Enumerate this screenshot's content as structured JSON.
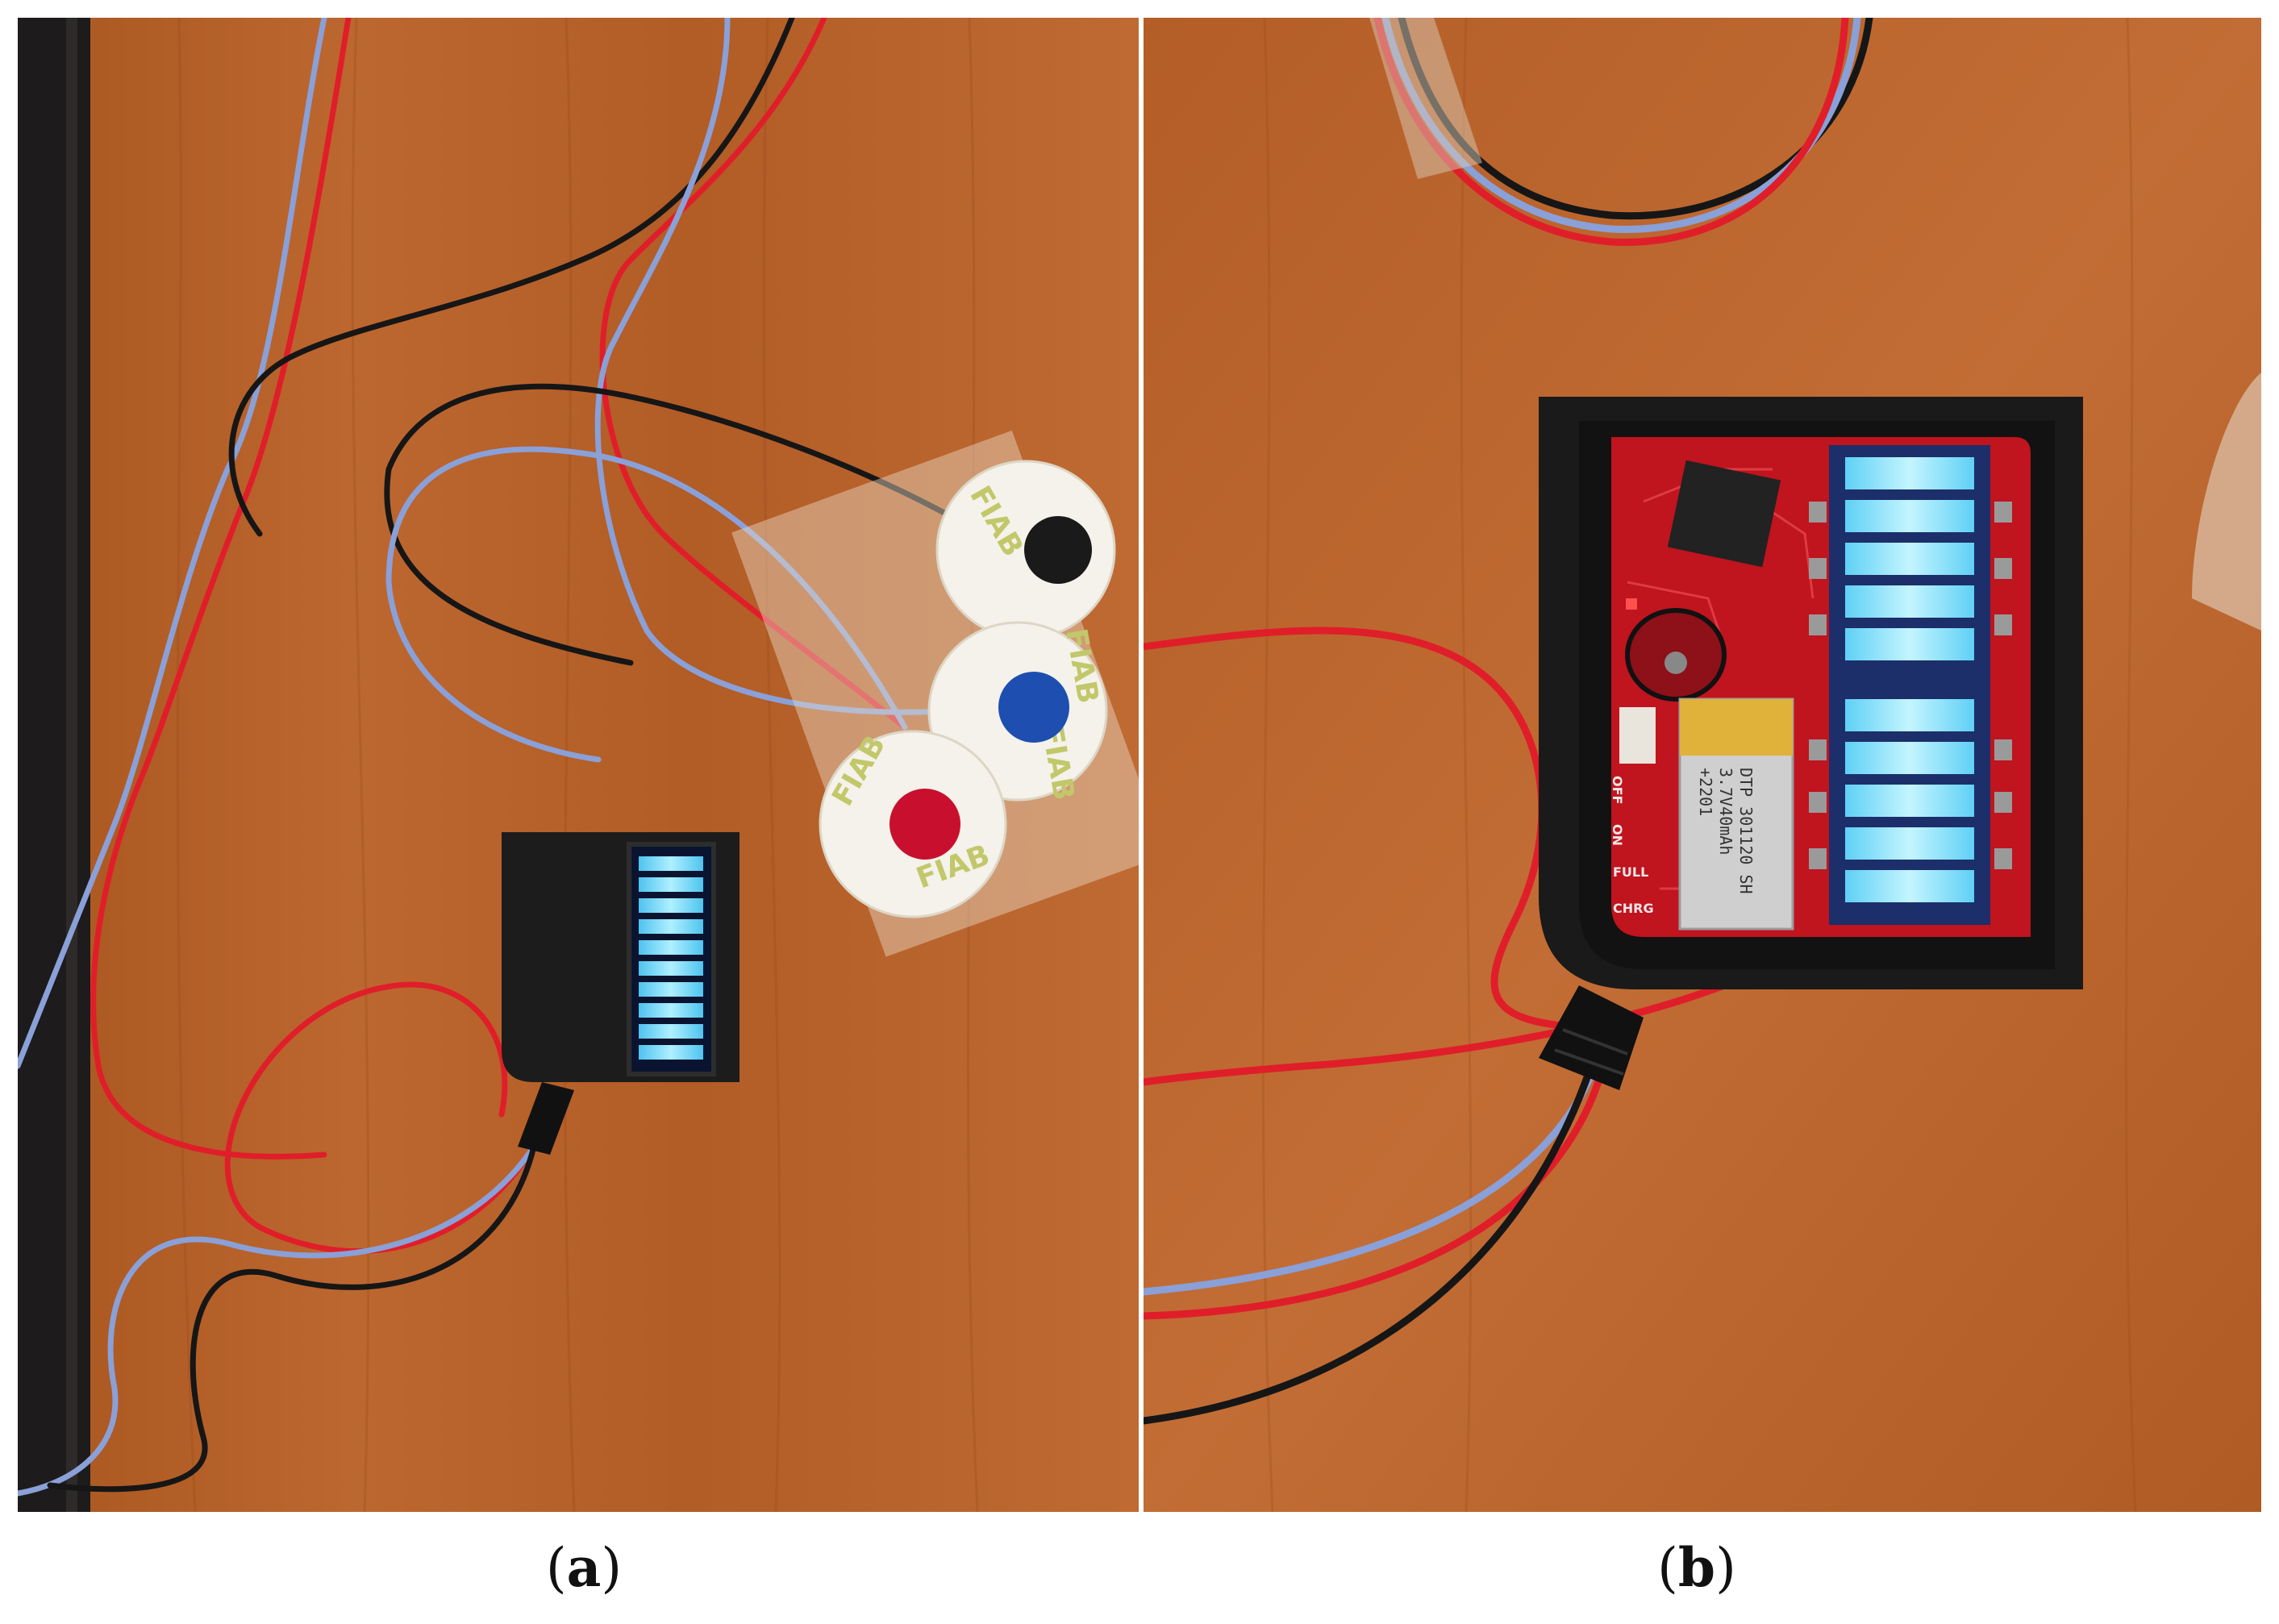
{
  "figure": {
    "panels": [
      {
        "id": "a",
        "caption_letter": "a",
        "description_icons": [
          "wood-desk",
          "wearable-device-closed",
          "led-bar-display",
          "ecg-electrodes",
          "lead-wires"
        ],
        "electrode_colors": [
          "#1a1a1a",
          "#1e4fb0",
          "#c8102e"
        ],
        "electrode_brand": "FIAB",
        "led_segments": 10
      },
      {
        "id": "b",
        "caption_letter": "b",
        "description_icons": [
          "wood-desk",
          "wearable-device-open",
          "pcb",
          "battery",
          "led-bar-display",
          "lead-wires"
        ],
        "battery_label": [
          "DTP 301120 SH",
          "3.7V40mAh",
          "+2201"
        ],
        "pcb_labels": [
          "ON",
          "OFF",
          "FULL",
          "CHRG"
        ],
        "led_segments": 10
      }
    ],
    "colors": {
      "wood": "#b4602c",
      "wood_dark": "#98491d",
      "pcb": "#c0141e",
      "led_glow": "#8fe4ff",
      "case": "#1c1c1c",
      "wire_red": "#e01e2a",
      "wire_blue": "#8aa0d8",
      "wire_black": "#161616"
    }
  }
}
